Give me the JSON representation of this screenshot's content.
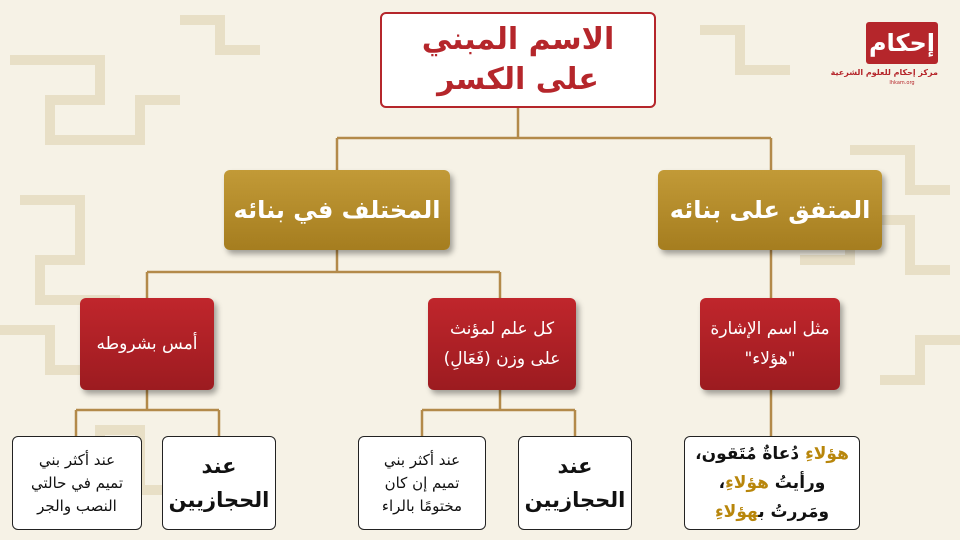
{
  "logo": {
    "mark": "إحكام",
    "subtitle": "مركز إحكام للعلوم الشرعية",
    "tagline": "Ihkam.org"
  },
  "root": {
    "line1": "الاسم المبني",
    "line2": "على الكسر"
  },
  "level1": {
    "agreed": "المتفق على بنائه",
    "disputed": "المختلف في بنائه"
  },
  "level2": {
    "demonstrative": {
      "line1": "مثل اسم الإشارة",
      "line2": "\"هؤلاء\""
    },
    "proper_noun": {
      "line1": "كل علم لمؤنث",
      "line2": "على وزن (فَعَالِ)"
    },
    "ams": {
      "line1": "أمس بشروطه"
    }
  },
  "level3": {
    "example": {
      "word1": "هؤلاءِ",
      "rest1": " دُعاةٌ مُتَقون،",
      "pre2": "ورأيتُ ",
      "word2": "هؤلاءِ",
      "rest2": "،",
      "pre3": "ومَررتُ ب",
      "word3": "هؤلاءِ"
    },
    "fam_hijaz": {
      "line1": "عند",
      "line2": "الحجازيين"
    },
    "fam_tamim": {
      "line1": "عند أكثر بني",
      "line2": "تميم إن كان",
      "line3": "مختومًا بالراء"
    },
    "ams_hijaz": {
      "line1": "عند",
      "line2": "الحجازيين"
    },
    "ams_tamim": {
      "line1": "عند أكثر بني",
      "line2": "تميم في حالتي",
      "line3": "النصب والجر"
    }
  }
}
